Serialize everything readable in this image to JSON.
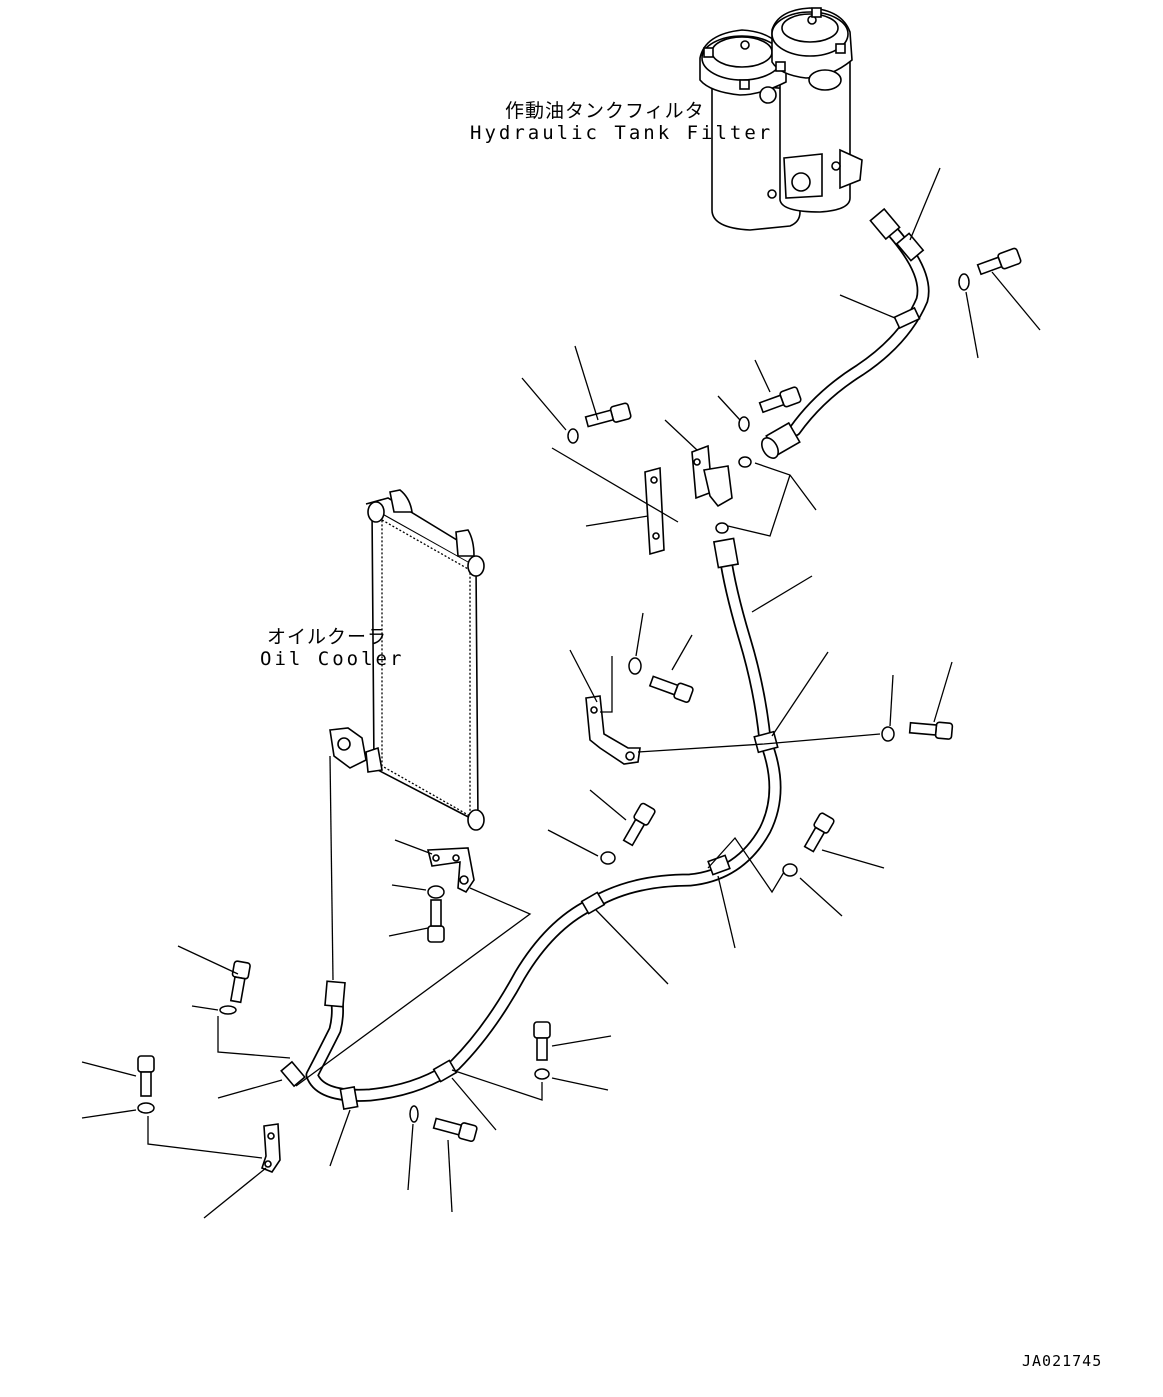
{
  "labels": {
    "tank_filter_jp": "作動油タンクフィルタ",
    "tank_filter_en": "Hydraulic Tank Filter",
    "oil_cooler_jp": "オイルクーラ",
    "oil_cooler_en": "Oil Cooler",
    "drawing_code": "JA021745"
  }
}
